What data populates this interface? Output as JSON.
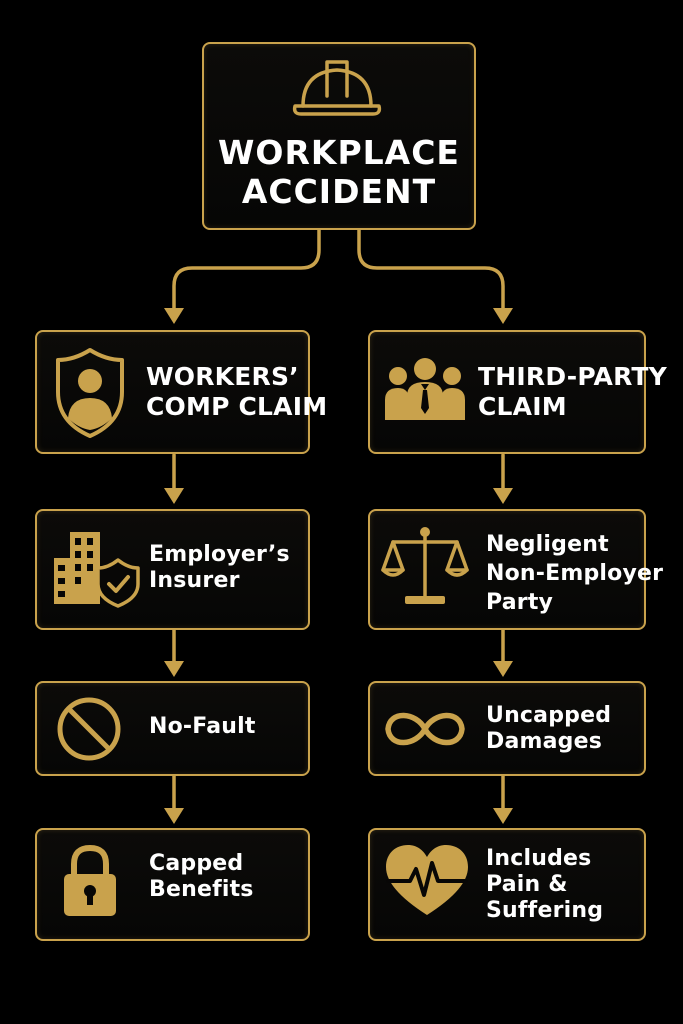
{
  "colors": {
    "background": "#000000",
    "gold": "#c9a24c",
    "text": "#ffffff"
  },
  "root": {
    "label": "WORKPLACE\nACCIDENT",
    "icon": "hard-hat-icon"
  },
  "left_branch": {
    "header": {
      "label": "WORKERS’\nCOMP CLAIM",
      "icon": "shield-person-icon"
    },
    "steps": [
      {
        "label": "Employer’s\nInsurer",
        "icon": "building-shield-icon"
      },
      {
        "label": "No-Fault",
        "icon": "prohibited-icon"
      },
      {
        "label": "Capped\nBenefits",
        "icon": "padlock-icon"
      }
    ]
  },
  "right_branch": {
    "header": {
      "label": "THIRD-PARTY\nCLAIM",
      "icon": "group-people-icon"
    },
    "steps": [
      {
        "label": "Negligent\nNon-Employer\nParty",
        "icon": "scales-icon"
      },
      {
        "label": "Uncapped\nDamages",
        "icon": "infinity-icon"
      },
      {
        "label": "Includes\nPain &\nSuffering",
        "icon": "heart-pulse-icon"
      }
    ]
  }
}
